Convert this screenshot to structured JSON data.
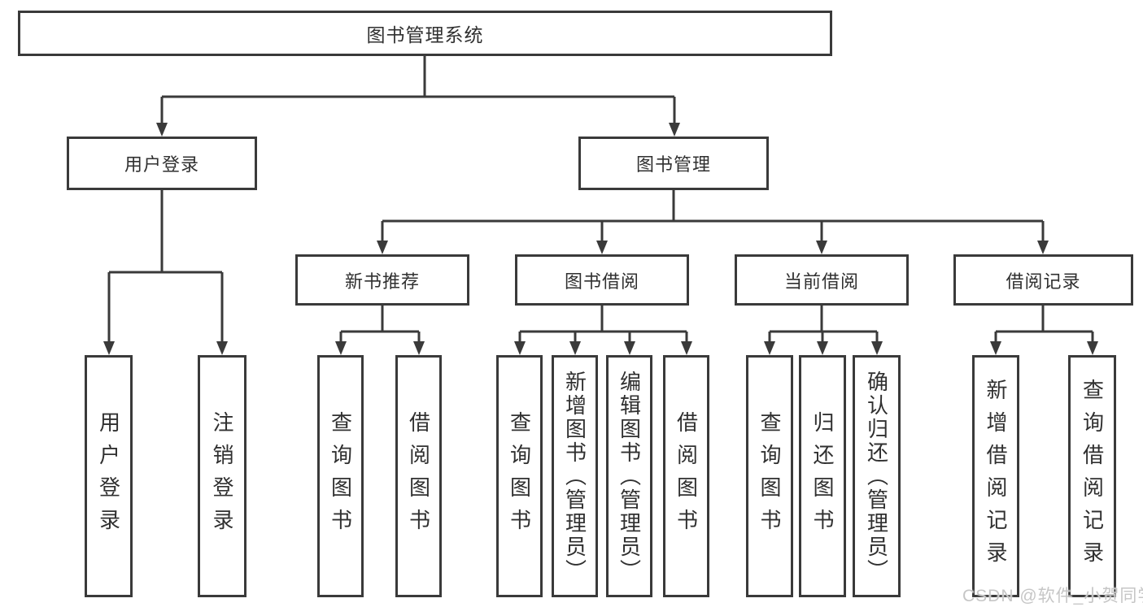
{
  "colors": {
    "line": "#3a3a3a",
    "text": "#303030",
    "background": "#ffffff",
    "watermark": "#c6c6c6"
  },
  "watermark": "CSDN @软件_小贺同学",
  "tree": {
    "root": "图书管理系统",
    "children": [
      {
        "label": "用户登录",
        "children": [
          "用户登录",
          "注销登录"
        ]
      },
      {
        "label": "图书管理",
        "children": [
          {
            "label": "新书推荐",
            "children": [
              "查询图书",
              "借阅图书"
            ]
          },
          {
            "label": "图书借阅",
            "children": [
              "查询图书",
              "新增图书（管理员）",
              "编辑图书（管理员）",
              "借阅图书"
            ]
          },
          {
            "label": "当前借阅",
            "children": [
              "查询图书",
              "归还图书",
              "确认归还（管理员）"
            ]
          },
          {
            "label": "借阅记录",
            "children": [
              "新增借阅记录",
              "查询借阅记录"
            ]
          }
        ]
      }
    ]
  }
}
